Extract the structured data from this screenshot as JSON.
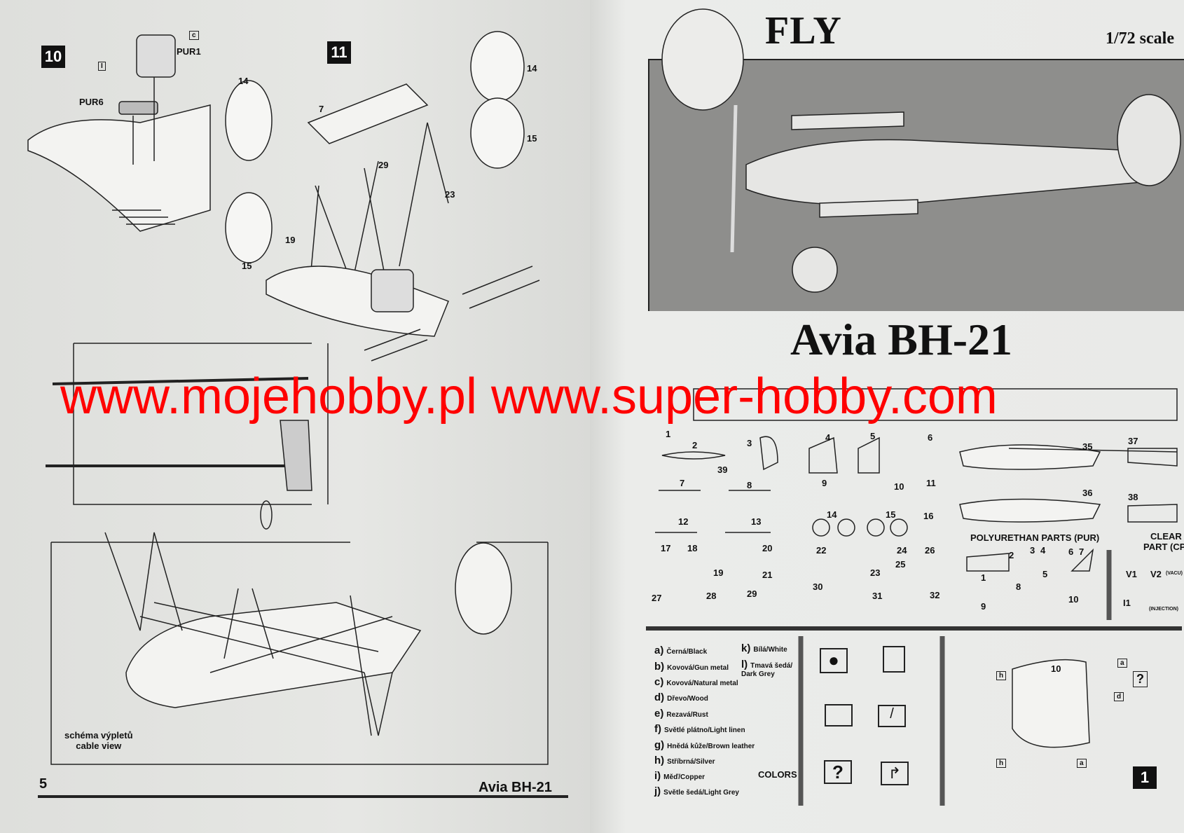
{
  "left_page": {
    "step_10": "10",
    "step_11": "11",
    "labels": {
      "pur1": "PUR1",
      "pur6": "PUR6",
      "paint_c": "c",
      "paint_i": "I",
      "p14": "14",
      "p15": "15",
      "p7": "7",
      "p29": "29",
      "p23": "23",
      "p19": "19",
      "p14b": "14",
      "p15b": "15"
    },
    "cable_view_cz": "schéma výpletů",
    "cable_view_en": "cable view",
    "page_number": "5",
    "footer_title": "Avia BH-21"
  },
  "right_page": {
    "brand": "FLY",
    "scale": "1/72 scale",
    "title": "Avia BH-21",
    "parts": [
      "1",
      "2",
      "3",
      "4",
      "5",
      "6",
      "7",
      "8",
      "9",
      "10",
      "11",
      "12",
      "13",
      "14",
      "15",
      "16",
      "17",
      "18",
      "19",
      "20",
      "21",
      "22",
      "23",
      "24",
      "25",
      "26",
      "27",
      "28",
      "29",
      "30",
      "31",
      "32",
      "35",
      "36",
      "37",
      "38",
      "39"
    ],
    "pur_heading": "POLYURETHAN PARTS (PUR)",
    "pur_parts": [
      "1",
      "2",
      "3",
      "4",
      "5",
      "6",
      "7",
      "8",
      "9",
      "10"
    ],
    "clear_heading_1": "CLEAR",
    "clear_heading_2": "PART (CP)",
    "clear_parts": {
      "v1": "V1",
      "v2": "V2",
      "vacu": "(VACU)",
      "i1": "I1",
      "injection": "(INJECTION)"
    },
    "colors": [
      {
        "key": "a)",
        "label": "Černá/Black"
      },
      {
        "key": "b)",
        "label": "Kovová/Gun metal"
      },
      {
        "key": "c)",
        "label": "Kovová/Natural metal"
      },
      {
        "key": "d)",
        "label": "Dřevo/Wood"
      },
      {
        "key": "e)",
        "label": "Rezavá/Rust"
      },
      {
        "key": "f)",
        "label": "Světlé plátno/Light linen"
      },
      {
        "key": "g)",
        "label": "Hnědá kůže/Brown leather"
      },
      {
        "key": "h)",
        "label": "Stříbrná/Silver"
      },
      {
        "key": "i)",
        "label": "Měď/Copper"
      },
      {
        "key": "j)",
        "label": "Světle šedá/Light Grey"
      },
      {
        "key": "k)",
        "label": "Bílá/White"
      },
      {
        "key": "l)",
        "label": "Tmavá šedá/ Dark Grey"
      }
    ],
    "colors_heading": "COLORS",
    "step_1": "1",
    "step1_labels": {
      "p10": "10",
      "a1": "a",
      "a2": "a",
      "h1": "h",
      "h2": "h",
      "d": "d",
      "q": "?"
    }
  },
  "watermark": "www.mojehobby.pl www.super-hobby.com",
  "accent_colors": {
    "watermark": "#ff0000",
    "photo_bg": "#8e8e8c"
  }
}
